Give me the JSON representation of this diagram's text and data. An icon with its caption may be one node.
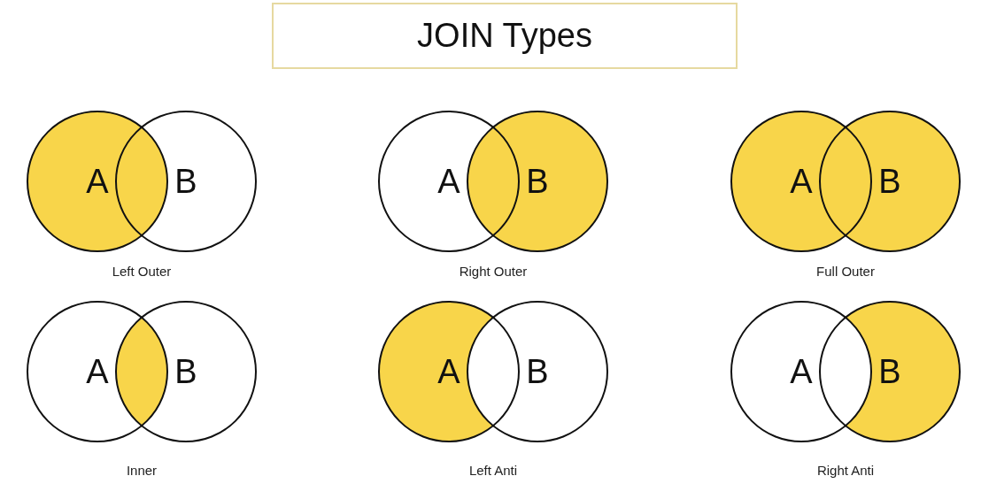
{
  "diagram": {
    "title": "JOIN Types",
    "nodes": [
      {
        "text": [
          "A"
        ]
      },
      {
        "text": [
          "B"
        ]
      },
      {
        "text": [
          "A"
        ]
      },
      {
        "text": [
          "B"
        ]
      },
      {
        "text": [
          "A"
        ]
      },
      {
        "text": [
          "B"
        ]
      },
      {
        "text": [
          "A"
        ]
      },
      {
        "text": [
          "B"
        ]
      },
      {
        "text": [
          "A"
        ]
      },
      {
        "text": [
          "B"
        ]
      },
      {
        "text": [
          "A"
        ]
      },
      {
        "text": [
          "B"
        ]
      }
    ],
    "edges": [],
    "labels": [
      "Left Outer",
      "Right Outer",
      "Full Outer",
      "Inner",
      "Left Anti",
      "Right Anti"
    ]
  }
}
